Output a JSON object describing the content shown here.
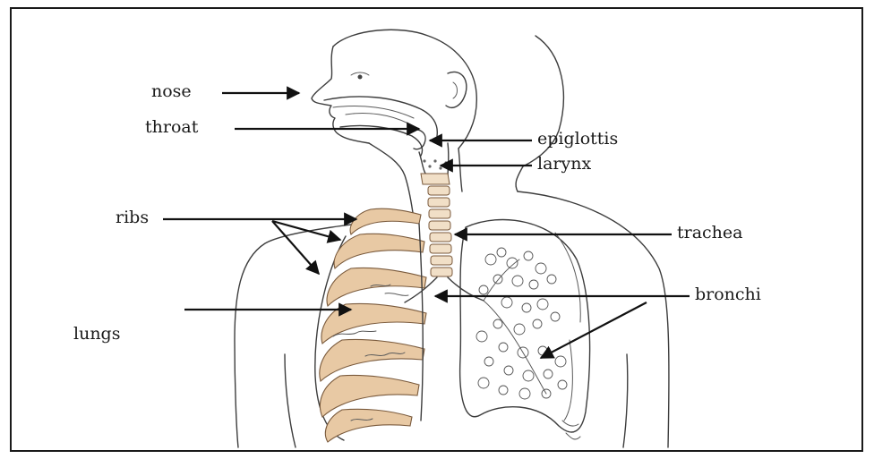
{
  "labels": {
    "nose": "nose",
    "throat": "throat",
    "epiglottis": "epiglottis",
    "larynx": "larynx",
    "ribs": "ribs",
    "trachea": "trachea",
    "bronchi": "bronchi",
    "lungs": "lungs"
  },
  "colors": {
    "rib_fill": "#e8c9a4",
    "outline": "#3d3d3d",
    "label": "#1a1a1a"
  }
}
